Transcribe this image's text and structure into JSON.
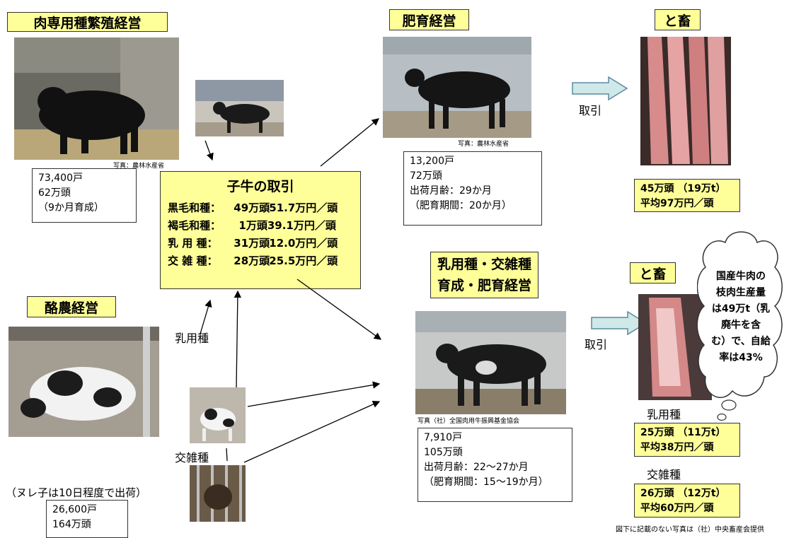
{
  "breeding": {
    "title": "肉専用種繁殖経営",
    "credit": "写真：農林水産省",
    "lines": [
      "73,400戸",
      "62万頭",
      "（9か月育成）"
    ]
  },
  "fattening": {
    "title": "肥育経営",
    "credit": "写真：農林水産省",
    "lines": [
      "13,200戸",
      "72万頭",
      "出荷月齢：29か月",
      "（肥育期間：20か月）"
    ]
  },
  "slaughter_top": {
    "title": "と畜",
    "lines": [
      "45万頭 （19万t）",
      "平均97万円／頭"
    ]
  },
  "trade_label_top": "取引",
  "trade_label_bottom": "取引",
  "calf_trade": {
    "title": "子牛の取引",
    "rows": [
      {
        "breed": "黒毛和種：",
        "count": "49万頭",
        "price": "51.7万円／頭"
      },
      {
        "breed": "褐毛和種：",
        "count": " 1万頭",
        "price": "39.1万円／頭"
      },
      {
        "breed": "乳 用 種：",
        "count": "31万頭",
        "price": "12.0万円／頭"
      },
      {
        "breed": "交 雑 種：",
        "count": "28万頭",
        "price": "25.5万円／頭"
      }
    ]
  },
  "dairy": {
    "title": "酪農経営",
    "lines": [
      "26,600戸",
      "164万頭"
    ],
    "note": "（ヌレ子は10日程度で出荷）"
  },
  "dairy_breed_label": "乳用種",
  "cross_breed_label": "交雑種",
  "dairy_cross_fattening": {
    "title_line1": "乳用種・交雑種",
    "title_line2": "育成・肥育経営",
    "credit": "写真（社）全国肉用牛振興基金協会",
    "lines": [
      "7,910戸",
      "105万頭",
      "出荷月齢：22～27か月",
      "（肥育期間：15～19か月）"
    ]
  },
  "slaughter_bottom": {
    "title": "と畜",
    "dairy_label": "乳用種",
    "dairy_lines": [
      "25万頭 （11万t）",
      "平均38万円／頭"
    ],
    "cross_label": "交雑種",
    "cross_lines": [
      "26万頭 （12万t）",
      "平均60万円／頭"
    ]
  },
  "cloud": {
    "lines": [
      "国産牛肉の",
      "枝肉生産量",
      "は49万t（乳",
      "廃牛を含",
      "む）で、自給",
      "率は43%"
    ]
  },
  "footer_credit": "図下に記載のない写真は（社）中央畜産会提供",
  "colors": {
    "label_bg": "#ffff99",
    "arrow_fill": "#cfe8e8",
    "arrow_stroke": "#5a8aa0"
  }
}
